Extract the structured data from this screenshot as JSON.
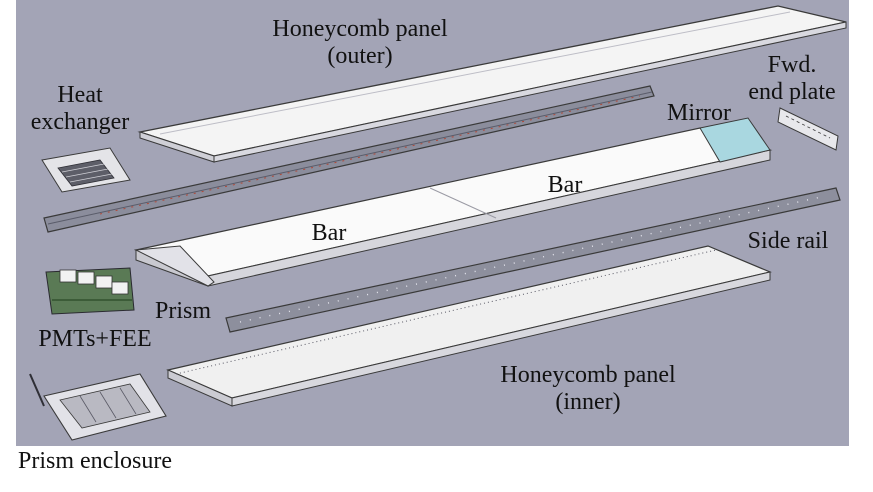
{
  "labels": {
    "honeycomb_outer": "Honeycomb panel",
    "honeycomb_outer_sub": "(outer)",
    "heat_exchanger": "Heat",
    "heat_exchanger_sub": "exchanger",
    "fwd_end_plate": "Fwd.",
    "fwd_end_plate_sub": "end plate",
    "mirror": "Mirror",
    "bar_right": "Bar",
    "bar_left": "Bar",
    "side_rail": "Side rail",
    "prism": "Prism",
    "pmts_fee": "PMTs+FEE",
    "honeycomb_inner": "Honeycomb panel",
    "honeycomb_inner_sub": "(inner)",
    "prism_enclosure": "Prism enclosure"
  },
  "colors": {
    "background": "#a3a4b6",
    "panel": "#f1f1f1",
    "outline": "#3a3a3a",
    "rail": "#8a8c9a",
    "mirror": "#a9d7e0",
    "pmt_green": "#3f6b3a"
  }
}
